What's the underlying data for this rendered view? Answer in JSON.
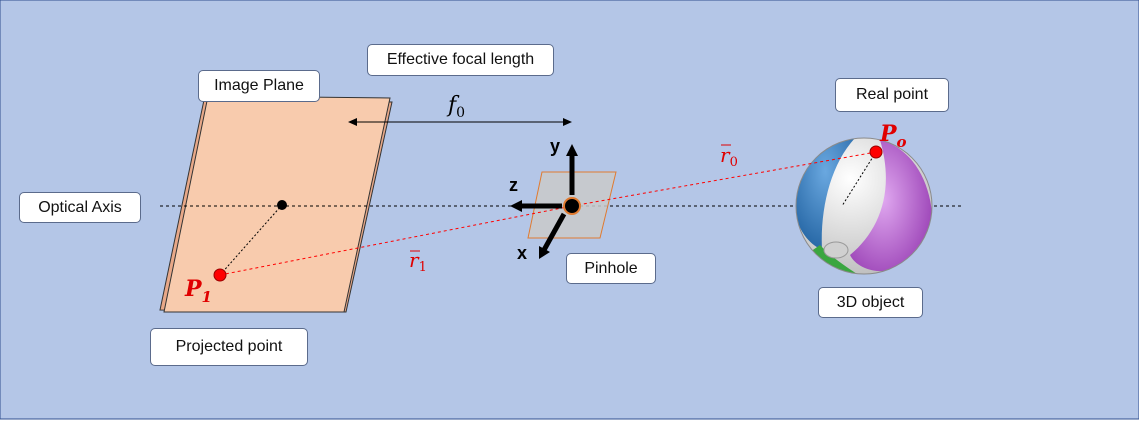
{
  "labels": {
    "image_plane": "Image Plane",
    "effective_focal_length": "Effective focal length",
    "real_point": "Real point",
    "optical_axis": "Optical Axis",
    "pinhole": "Pinhole",
    "object_3d": "3D object",
    "projected_point": "Projected point"
  },
  "math": {
    "focal_symbol": "f",
    "focal_subscript": "0",
    "r0_symbol": "r",
    "r0_subscript": "0",
    "r1_symbol": "r",
    "r1_subscript": "1",
    "p1_symbol": "P",
    "p1_subscript": "1",
    "po_symbol": "P",
    "po_subscript": "o",
    "axis_x": "x",
    "axis_y": "y",
    "axis_z": "z"
  },
  "colors": {
    "background": "#b4c6e7",
    "image_plane_fill": "#f8cbad",
    "point_red": "#ff0000",
    "math_red": "#e00000",
    "ball_blue": "#2e75b6",
    "ball_purple": "#a040c0",
    "ball_green": "#3aa640",
    "ball_white": "#e4e4e4"
  }
}
